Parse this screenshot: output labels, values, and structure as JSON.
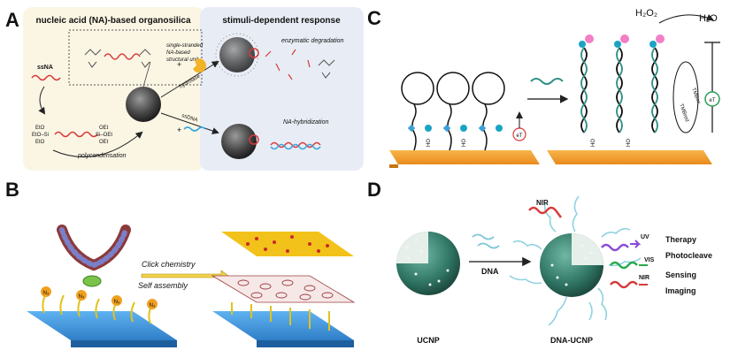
{
  "panel_a": {
    "letter": "A",
    "left_title": "nucleic acid (NA)-based organosilica",
    "right_title": "stimuli-dependent response",
    "unit_label_1": "single-stranded",
    "unit_label_2": "NA-based",
    "unit_label_3": "structural unit",
    "ssna": "ssNA",
    "etO_1": "EtO",
    "etO_2": "EtO–Si",
    "etO_3": "EtO",
    "si_label": "Si–OEt",
    "oet_1": "OEt",
    "oet_2": "OEt",
    "oet_3": "OEt",
    "polycondensation": "polycondensation",
    "hydrolase": "hydrolase",
    "ssdna": "ssDNA",
    "enzymatic": "enzymatic degradation",
    "hybridization": "NA-hybridization",
    "plus_1": "+",
    "plus_2": "+"
  },
  "panel_b": {
    "letter": "B",
    "click": "Click chemistry",
    "self_assembly": "Self assembly",
    "n3": "N₃"
  },
  "panel_c": {
    "letter": "C",
    "h2o2": "H₂O₂",
    "h2o": "H₂O",
    "tmb_red": "TMBred",
    "tmb_ox": "TMBox",
    "et": "eT",
    "ho": "HO"
  },
  "panel_d": {
    "letter": "D",
    "nir_top": "NIR",
    "dna": "DNA",
    "uv": "UV",
    "vis": "VIS",
    "nir_bottom": "NIR",
    "therapy": "Therapy",
    "photocleave": "Photocleave",
    "sensing": "Sensing",
    "imaging": "Imaging",
    "ucnp": "UCNP",
    "dna_ucnp": "DNA-UCNP"
  },
  "colors": {
    "panel_a_left_bg": "#fbf6e4",
    "panel_a_right_bg": "#e8edf5",
    "dna_red": "#d83a3a",
    "dna_blue": "#3aa6e0",
    "teal": "#2e7d6a",
    "gold": "#f0b32a",
    "blue_substrate": "#2f8fd8",
    "orange_substrate": "#f39a2b"
  }
}
